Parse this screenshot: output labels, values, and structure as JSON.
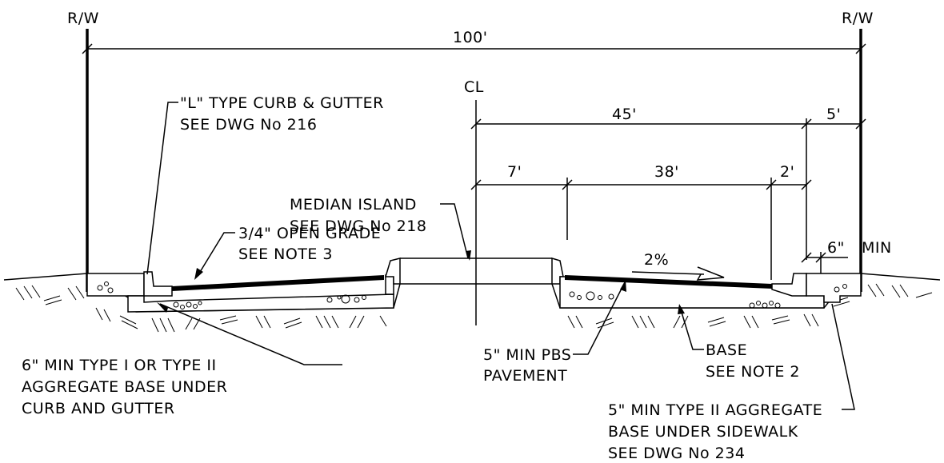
{
  "labels": {
    "rw_left": "R/W",
    "rw_right": "R/W",
    "total_width": "100'",
    "centerline": "CL",
    "dim_half": "45'",
    "dim_sidewalk": "5'",
    "dim_median": "7'",
    "dim_roadway": "38'",
    "dim_gutter": "2'",
    "dim_min_value": "6\"",
    "dim_min_word": "MIN",
    "slope": "2%"
  },
  "notes": {
    "curb_gutter": [
      "\"L\" TYPE CURB & GUTTER",
      "SEE DWG No 216"
    ],
    "median": [
      "MEDIAN ISLAND",
      "SEE DWG No 218"
    ],
    "open_grade": [
      "3/4\" OPEN GRADE",
      "SEE NOTE 3"
    ],
    "aggregate_base_curb": [
      "6\" MIN TYPE I OR TYPE II",
      "AGGREGATE BASE UNDER",
      "CURB AND GUTTER"
    ],
    "pavement": [
      "5\" MIN PBS",
      "PAVEMENT"
    ],
    "base": [
      "BASE",
      "SEE NOTE 2"
    ],
    "aggregate_base_sidewalk": [
      "5\" MIN TYPE II AGGREGATE",
      "BASE UNDER SIDEWALK",
      "SEE DWG No 234"
    ]
  }
}
